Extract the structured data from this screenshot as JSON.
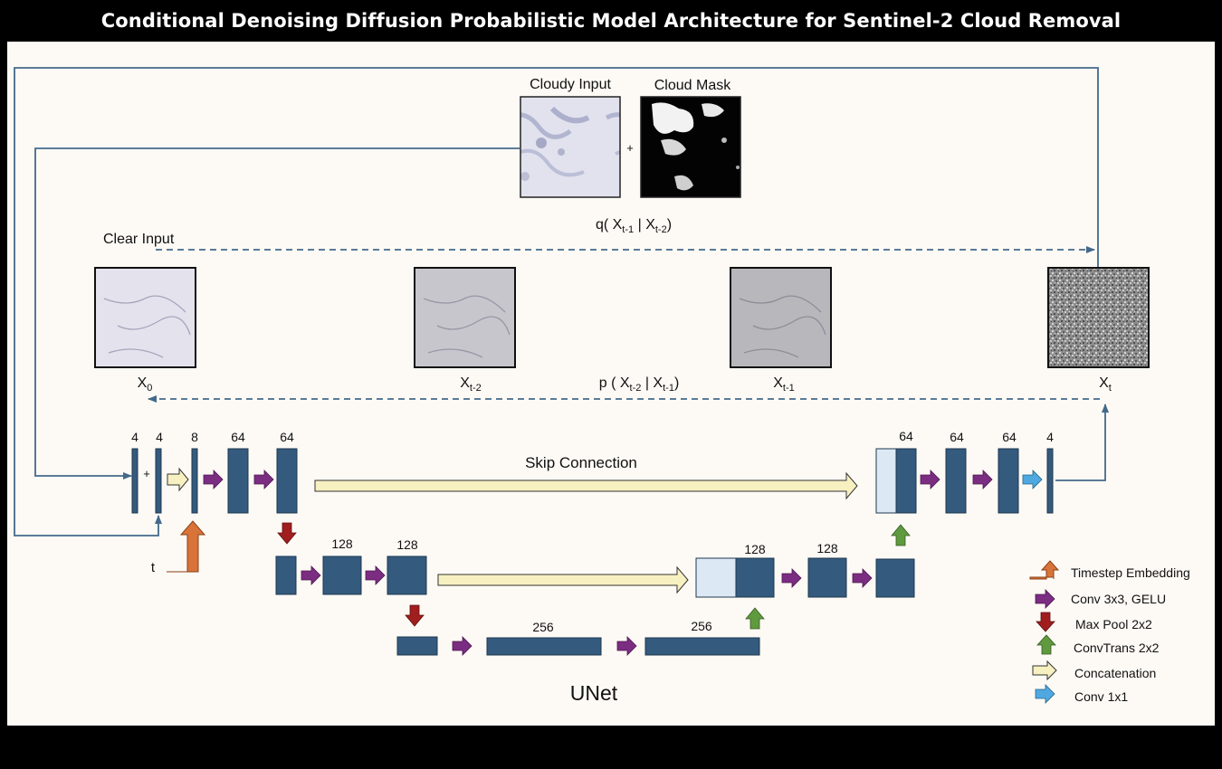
{
  "title": "Conditional Denoising Diffusion Probabilistic Model Architecture for Sentinel-2 Cloud Removal",
  "conditioning": {
    "cloudy_input_label": "Cloudy Input",
    "cloud_mask_label": "Cloud Mask",
    "plus": "+",
    "q_label": {
      "prefix": "q( X",
      "sub1": "t-1",
      "mid": " | X",
      "sub2": "t-2",
      "suffix": ")"
    }
  },
  "clear_input_label": "Clear Input",
  "images": {
    "x0": {
      "base": "X",
      "sub": "0"
    },
    "xt2": {
      "base": "X",
      "sub": "t-2"
    },
    "xt1": {
      "base": "X",
      "sub": "t-1"
    },
    "xt": {
      "base": "X",
      "sub": "t"
    }
  },
  "p_label": {
    "prefix": "p ( X",
    "sub1": "t-2",
    "mid": " | X",
    "sub2": "t-1",
    "suffix": ")"
  },
  "unet": {
    "title": "UNet",
    "skip_label": "Skip Connection",
    "t_label": "t",
    "plus": "+",
    "channels": {
      "in_a": "4",
      "in_b": "4",
      "emb": "8",
      "enc1_a": "64",
      "enc1_b": "64",
      "enc2_a": "128",
      "enc2_b": "128",
      "bott_a": "256",
      "bott_b": "256",
      "dec2_a": "128",
      "dec2_b": "128",
      "dec1_a": "64",
      "dec1_b": "64",
      "dec1_c": "64",
      "out": "4"
    }
  },
  "legend": [
    {
      "icon": "timestep-embedding-icon",
      "label": "Timestep Embedding",
      "color": "#d8743a"
    },
    {
      "icon": "conv-gelu-arrow-icon",
      "label": "Conv 3x3, GELU",
      "color": "#7b2d82"
    },
    {
      "icon": "max-pool-arrow-icon",
      "label": "Max Pool 2x2",
      "color": "#a01e1e"
    },
    {
      "icon": "conv-trans-arrow-icon",
      "label": "ConvTrans 2x2",
      "color": "#5f9a3e"
    },
    {
      "icon": "concatenation-arrow-icon",
      "label": "Concatenation",
      "color": "#f7f0c0"
    },
    {
      "icon": "conv-1x1-arrow-icon",
      "label": "Conv 1x1",
      "color": "#4fa8df"
    }
  ],
  "colors": {
    "block": "#345a7e",
    "skip_block": "#dde8f5",
    "line": "#44698a"
  }
}
